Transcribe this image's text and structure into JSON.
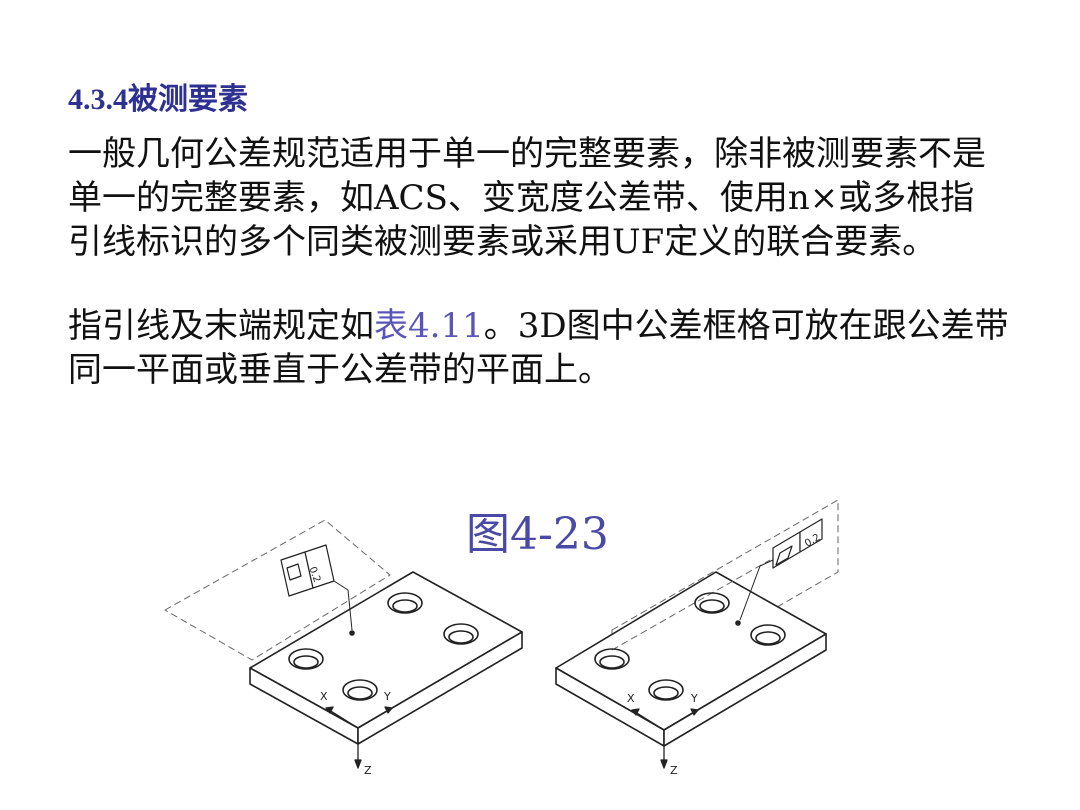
{
  "section": {
    "heading": "4.3.4被测要素"
  },
  "paragraph1": {
    "lines": [
      "一般几何公差规范适用于单一的完整要素，除非被测要素不是",
      "单一的完整要素，如ACS、变宽度公差带、使用n×或多根指",
      "引线标识的多个同类被测要素或采用UF定义的联合要素。"
    ]
  },
  "paragraph2": {
    "line1_before": "指引线及末端规定如",
    "line1_link": "表4.11",
    "line1_after": "。3D图中公差框格可放在跟公差带",
    "line2": "同一平面或垂直于公差带的平面上。"
  },
  "figure": {
    "label": "图4-23",
    "tolerance_value": "0.2",
    "axis_x": "X",
    "axis_y": "Y",
    "axis_z": "Z",
    "colors": {
      "link": "#5a56b8",
      "heading": "#2e3192",
      "figure_label": "#4a4aa6"
    }
  }
}
